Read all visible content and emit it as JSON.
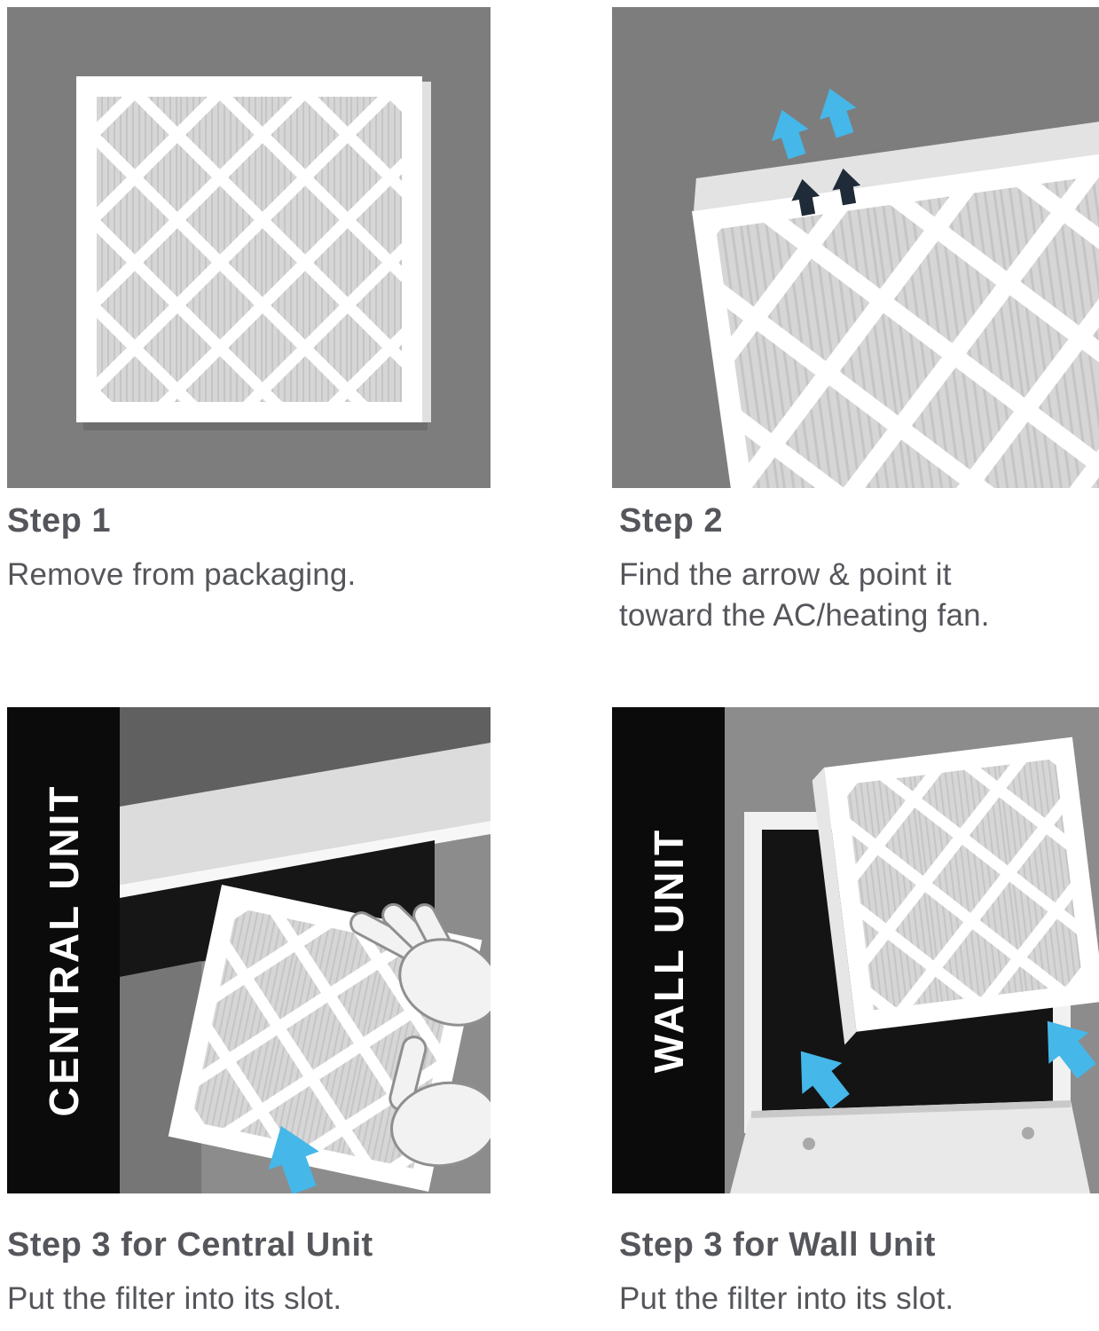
{
  "colors": {
    "panel_background": "#7d7d7d",
    "illustration_background": "#8c8c8c",
    "black_band": "#0b0b0b",
    "text": "#55565b",
    "blue_arrow": "#45b7e8",
    "dark_arrow": "#1f2b38",
    "filter_frame": "#ffffff",
    "filter_mesh": "#d6d6d6"
  },
  "steps": {
    "step1": {
      "title": "Step 1",
      "description": "Remove from packaging."
    },
    "step2": {
      "title": "Step 2",
      "description": "Find the arrow & point it\ntoward the AC/heating fan."
    },
    "step3_central": {
      "band_label": "CENTRAL UNIT",
      "title": "Step 3 for Central Unit",
      "description": "Put the filter into its slot."
    },
    "step3_wall": {
      "band_label": "WALL UNIT",
      "title": "Step 3 for Wall Unit",
      "description": "Put the filter into its slot."
    }
  }
}
